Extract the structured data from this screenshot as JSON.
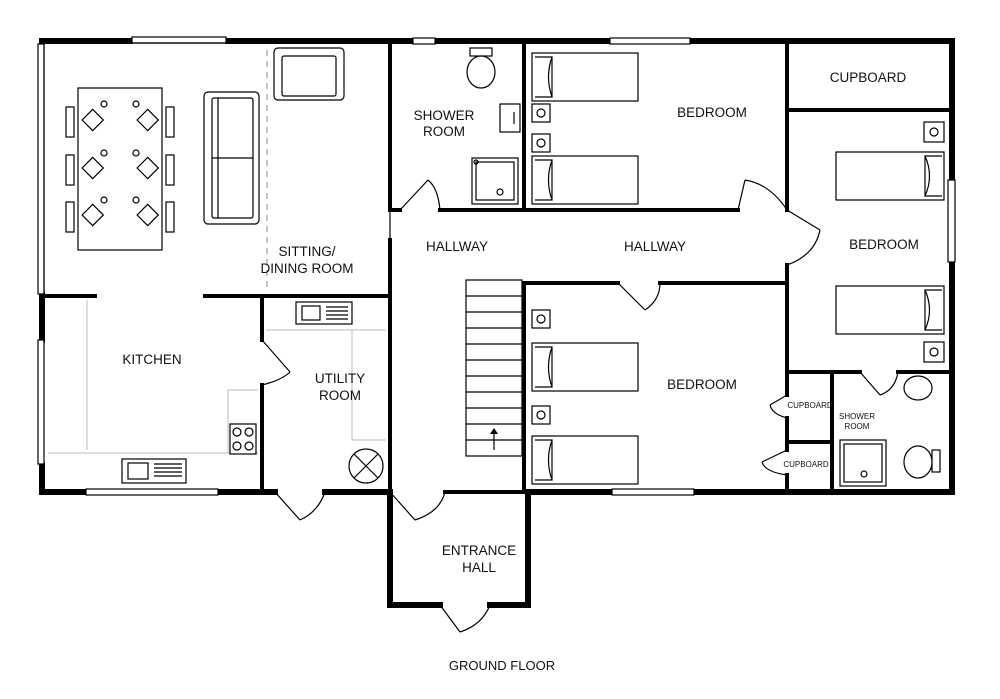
{
  "floor_label": "GROUND FLOOR",
  "rooms": {
    "sitting_dining": [
      "SITTING/",
      "DINING ROOM"
    ],
    "kitchen": "KITCHEN",
    "utility": [
      "UTILITY",
      "ROOM"
    ],
    "shower_room_main": [
      "SHOWER",
      "ROOM"
    ],
    "bedroom_top": "BEDROOM",
    "cupboard_top": "CUPBOARD",
    "bedroom_right": "BEDROOM",
    "hallway_left": "HALLWAY",
    "hallway_right": "HALLWAY",
    "bedroom_middle": "BEDROOM",
    "cupboard_small_1": "CUPBOARD",
    "cupboard_small_2": "CUPBOARD",
    "shower_room_small": [
      "SHOWER",
      "ROOM"
    ],
    "entrance_hall": [
      "ENTRANCE",
      "HALL"
    ]
  }
}
